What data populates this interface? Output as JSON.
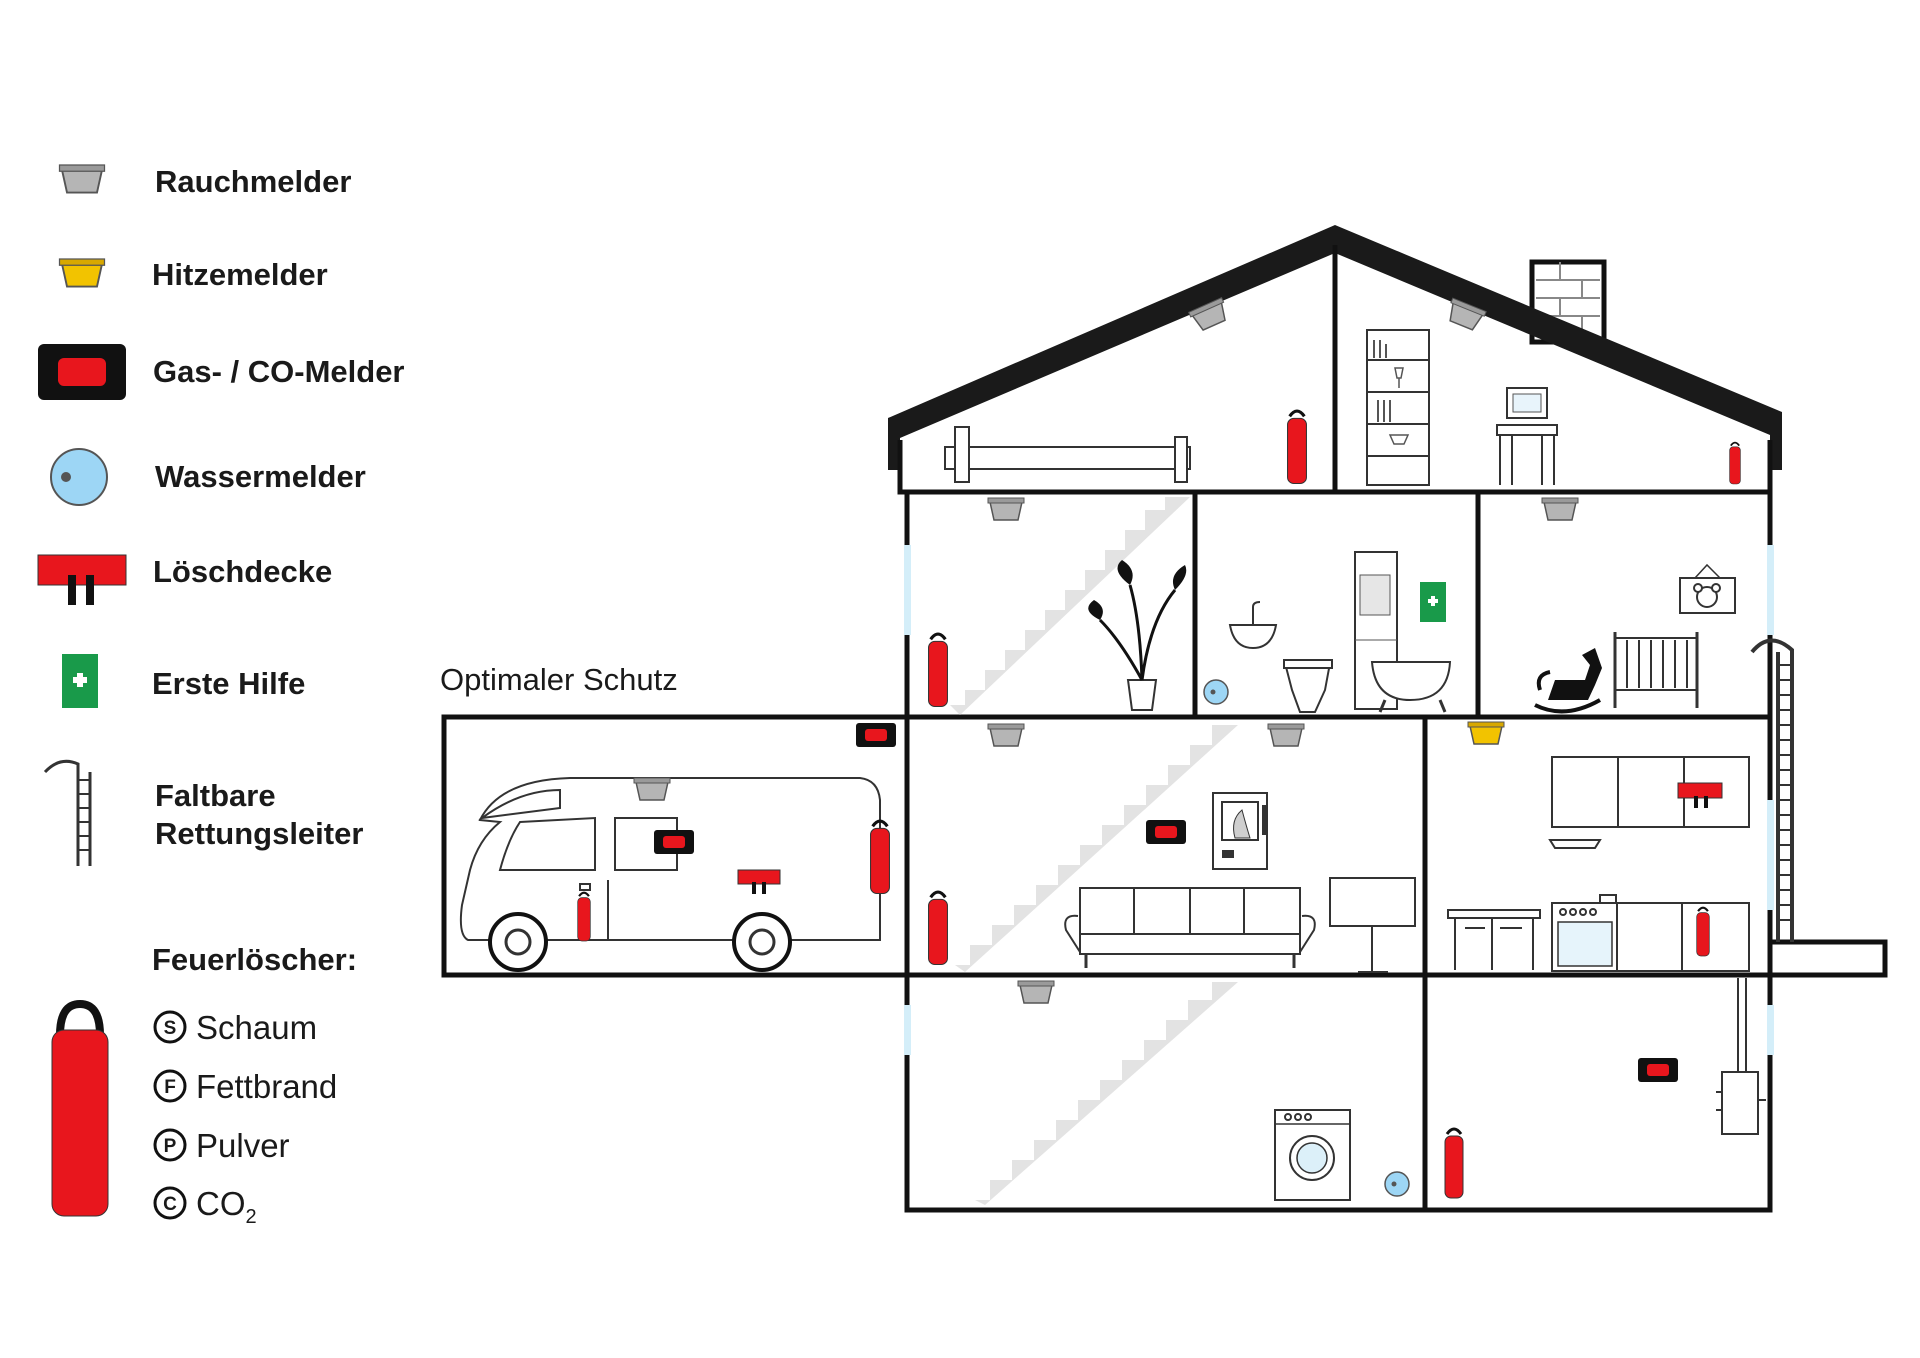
{
  "title": "Optimaler Schutz",
  "legend": {
    "smoke": "Rauchmelder",
    "heat": "Hitzemelder",
    "gas": "Gas- / CO-Melder",
    "water": "Wassermelder",
    "blanket": "Löschdecke",
    "firstaid": "Erste Hilfe",
    "ladder_line1": "Faltbare",
    "ladder_line2": "Rettungsleiter",
    "extinguisher_heading": "Feuerlöscher:",
    "extinguisher_types": [
      {
        "letter": "S",
        "label": "Schaum"
      },
      {
        "letter": "F",
        "label": "Fettbrand"
      },
      {
        "letter": "P",
        "label": "Pulver"
      },
      {
        "letter": "C",
        "label": "CO",
        "sub": "2"
      }
    ]
  },
  "colors": {
    "smoke": "#b5b5b5",
    "heat": "#f2c300",
    "gas_red": "#e8161d",
    "water": "#9dd6f5",
    "firstaid": "#199a4a",
    "extinguisher": "#e8161d",
    "window": "#d4eef9"
  }
}
